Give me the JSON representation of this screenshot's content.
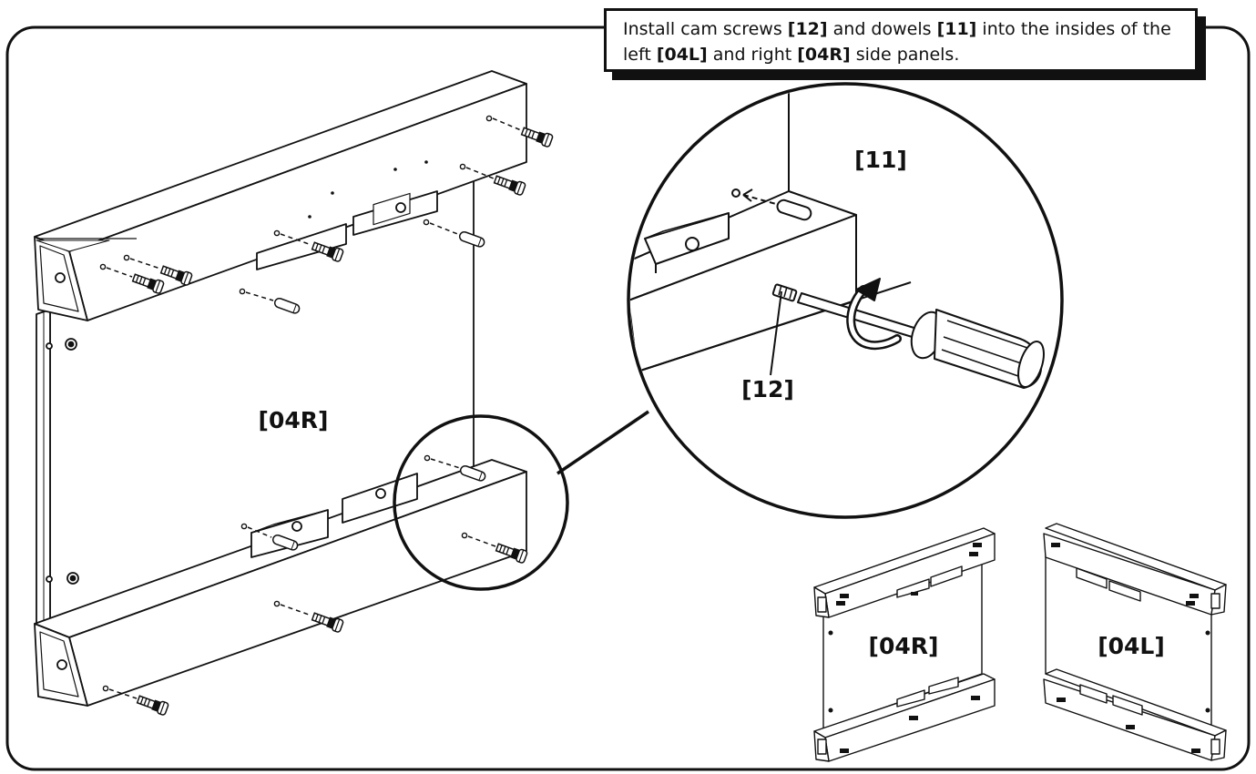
{
  "instruction": {
    "part1": "Install cam screws ",
    "ref1": "[12]",
    "part2": " and dowels ",
    "ref2": "[11]",
    "part3": " into the insides of the left ",
    "ref3": "[04L]",
    "part4": " and right ",
    "ref4": "[04R]",
    "part5": " side panels."
  },
  "labels": {
    "main_panel": "[04R]",
    "dowel": "[11]",
    "cam_screw": "[12]",
    "small_right_panel": "[04R]",
    "small_left_panel": "[04L]"
  }
}
